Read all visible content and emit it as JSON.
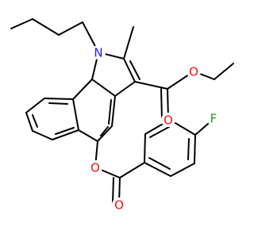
{
  "atoms": {
    "nitrogen": {
      "label": "N",
      "color": "#1d1df2"
    },
    "ester_ring_oxygen": {
      "label": "O",
      "color": "#ff0d0d"
    },
    "ester_carbonyl_oxygen": {
      "label": "O",
      "color": "#ff0d0d"
    },
    "ethyl_ester_oxygen": {
      "label": "O",
      "color": "#ff0d0d"
    },
    "ethyl_carbonyl_oxygen": {
      "label": "O",
      "color": "#ff0d0d"
    },
    "fluorine": {
      "label": "F",
      "color": "#1f9e1f"
    }
  },
  "colors": {
    "bond": "#000000",
    "background": "#ffffff"
  }
}
